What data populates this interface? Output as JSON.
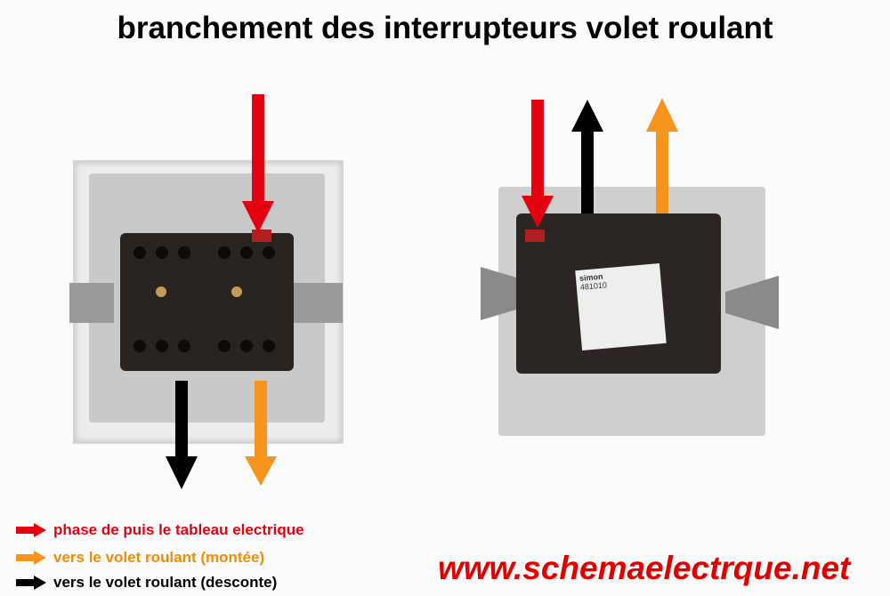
{
  "title": "branchement des interrupteurs volet roulant",
  "switch_label": {
    "brand": "simon",
    "ref": "481010"
  },
  "legend": [
    {
      "label": "phase de puis le tableau electrique",
      "color": "#e3000f",
      "icon": "arrow-right-icon"
    },
    {
      "label": "vers le volet roulant (montée)",
      "color": "#f28c00",
      "icon": "arrow-right-icon"
    },
    {
      "label": "vers le volet roulant (desconte)",
      "color": "#000000",
      "icon": "arrow-right-icon"
    }
  ],
  "website": "www.schemaelectrque.net",
  "colors": {
    "phase": "#e3000f",
    "montee": "#f7941d",
    "descente": "#000000"
  }
}
